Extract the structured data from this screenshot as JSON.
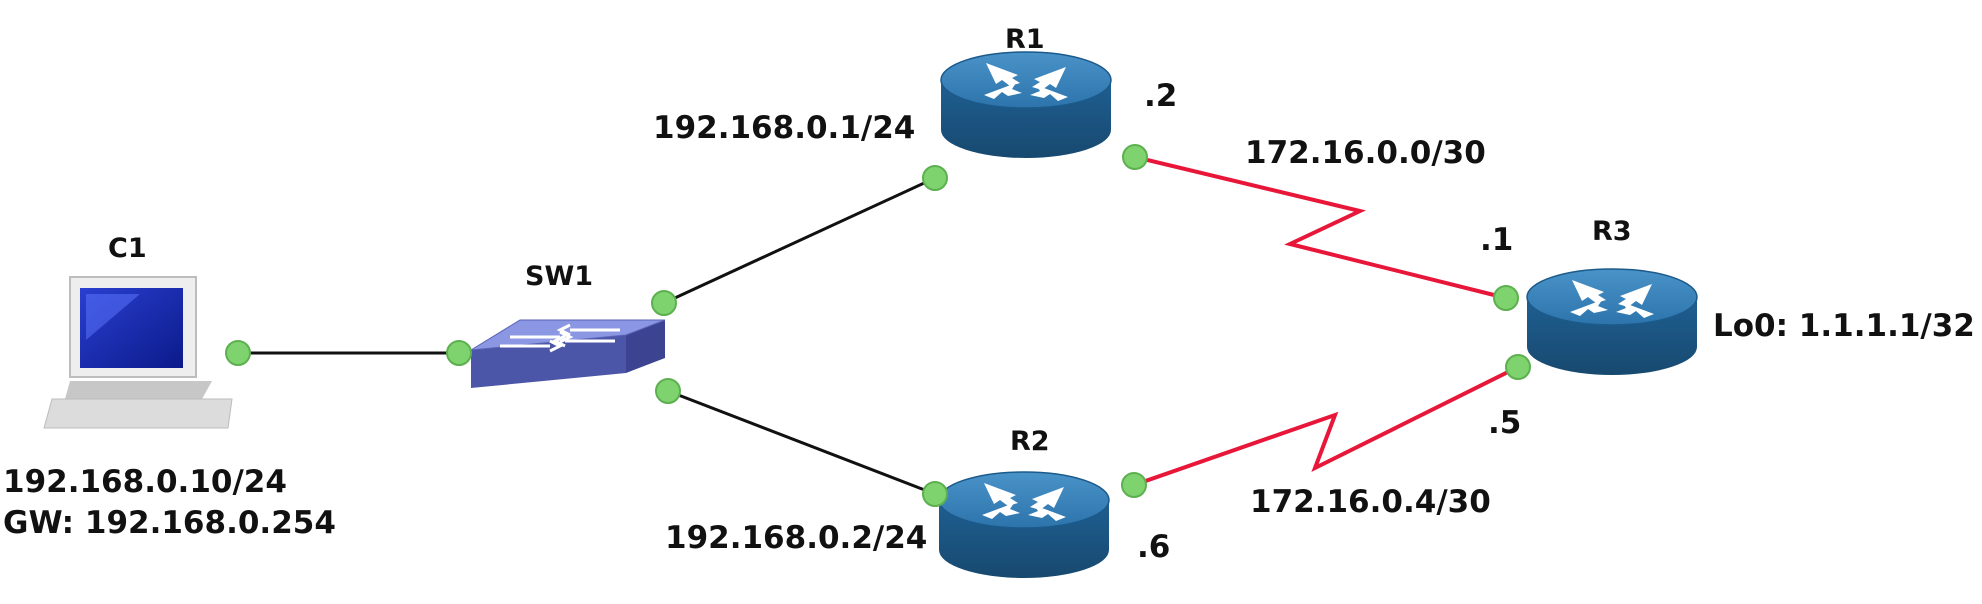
{
  "nodes": {
    "c1": {
      "name": "C1",
      "ip": "192.168.0.10/24",
      "gw": "GW: 192.168.0.254"
    },
    "sw1": {
      "name": "SW1"
    },
    "r1": {
      "name": "R1",
      "ip_lan": "192.168.0.1/24",
      "ip_wan": ".2"
    },
    "r2": {
      "name": "R2",
      "ip_lan": "192.168.0.2/24",
      "ip_wan": ".6"
    },
    "r3": {
      "name": "R3",
      "ip_r1": ".1",
      "ip_r2": ".5",
      "loopback": "Lo0: 1.1.1.1/32"
    }
  },
  "links": {
    "r1_r3": {
      "subnet": "172.16.0.0/30",
      "type": "serial"
    },
    "r2_r3": {
      "subnet": "172.16.0.4/30",
      "type": "serial"
    }
  },
  "colors": {
    "ethernet": "#111111",
    "serial": "#e8173a",
    "port": "#7ed36f",
    "router": "#1f6aa0",
    "switch": "#5a6fbf"
  }
}
